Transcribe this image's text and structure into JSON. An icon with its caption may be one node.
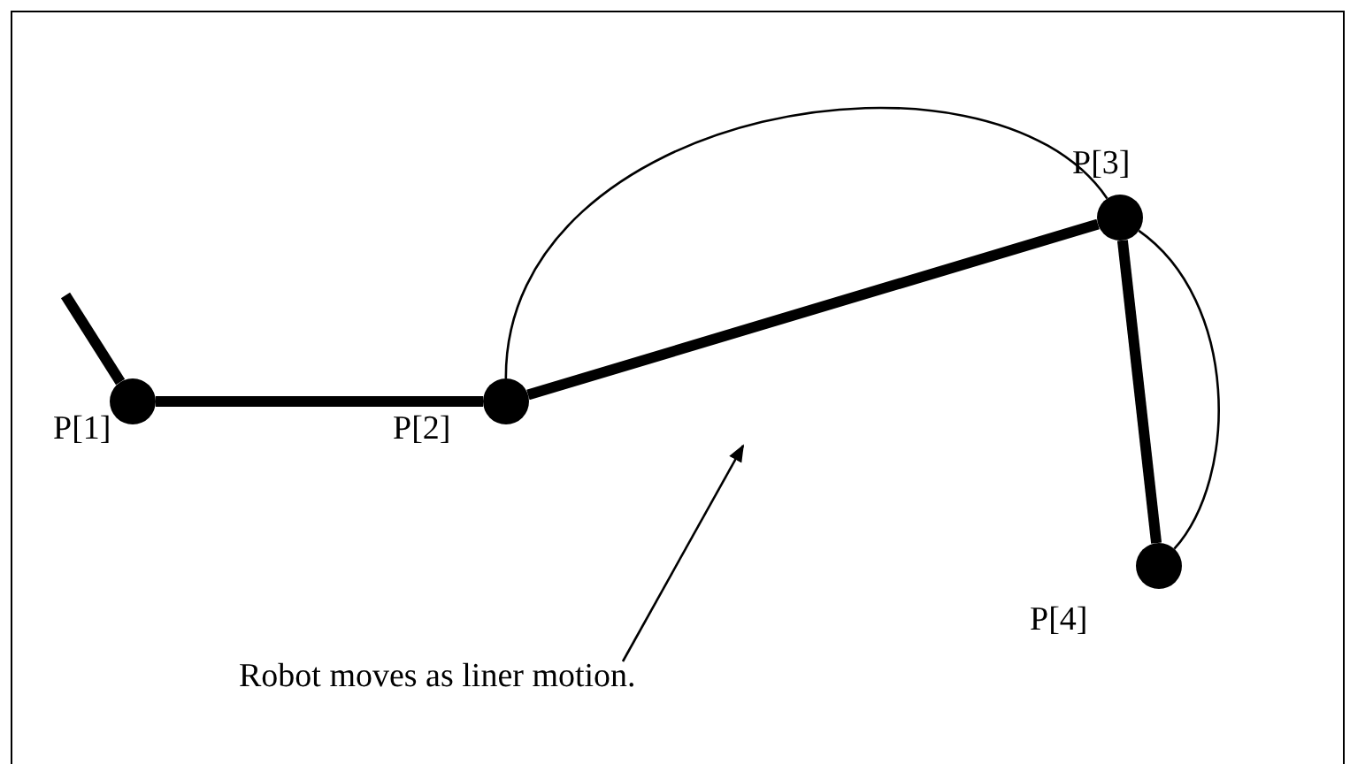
{
  "diagram": {
    "nodes": [
      {
        "text": [],
        "shape": "circle",
        "beside": [
          "P[1]"
        ]
      },
      {
        "text": [],
        "shape": "circle",
        "beside": [
          "P[2]"
        ]
      },
      {
        "text": [],
        "shape": "circle",
        "beside": [
          "P[3]"
        ]
      },
      {
        "text": [],
        "shape": "circle",
        "beside": [
          "P[4]"
        ]
      },
      {
        "text": [
          "Robot moves as liner motion."
        ]
      }
    ],
    "edges": [
      {
        "from": null,
        "to": 0,
        "arrow": "none"
      },
      {
        "from": 0,
        "to": 1,
        "arrow": "none"
      },
      {
        "from": 1,
        "to": 2,
        "arrow": "none"
      },
      {
        "from": 2,
        "to": 3,
        "arrow": "none"
      },
      {
        "from": 1,
        "to": 2,
        "arrow": "none"
      },
      {
        "from": 2,
        "to": 3,
        "arrow": "none"
      },
      {
        "from": 4,
        "to": null,
        "arrow": "to"
      }
    ]
  }
}
